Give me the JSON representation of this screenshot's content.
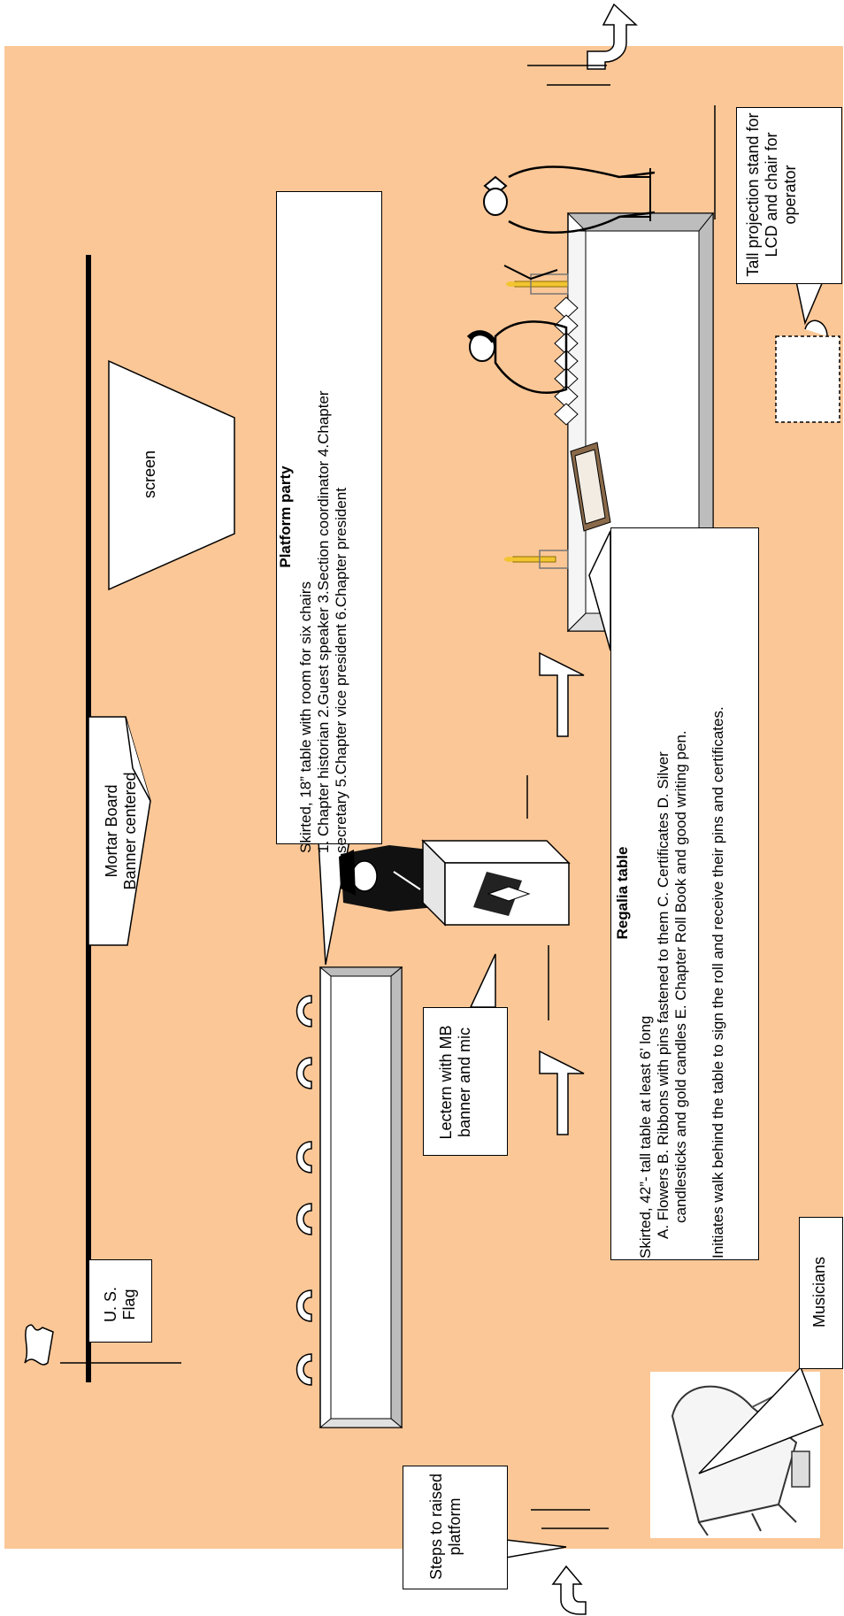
{
  "colors": {
    "floor": "#fbc797",
    "line": "#000000",
    "table_side": "#bdbdbd",
    "paper": "#ffffff",
    "candle": "#f2c531"
  },
  "labels": {
    "screen": "screen",
    "mortar_board_banner": "Mortar Board Banner centered",
    "us_flag": "U. S. Flag",
    "lectern": "Lectern with MB banner and mic",
    "steps": "Steps to raised platform",
    "musicians": "Musicians",
    "projection": "Tall projection stand for LCD and chair for operator"
  },
  "platform_party": {
    "title": "Platform party",
    "line1": "Skirted, 18” table with room for six chairs",
    "line2": "1. Chapter historian 2.Guest speaker 3.Section coordinator 4.Chapter",
    "line3": "secretary 5.Chapter vice president 6.Chapter president"
  },
  "regalia_table": {
    "title": "Regalia table",
    "line1": "Skirted, 42”- tall table at least 6’ long",
    "line2": "A.     Flowers B. Ribbons with pins fastened to them C. Certificates D. Silver",
    "line3": "candlesticks and gold candles E. Chapter Roll Book and good writing pen.",
    "line4": "Initiates walk behind the table to sign the roll and receive their pins and certificates."
  },
  "icons": [
    "flag-icon",
    "chair-icon",
    "lectern-icon",
    "graduate-icon",
    "arrow-icon",
    "piano-icon",
    "candle-icon",
    "book-icon",
    "flower-icon"
  ]
}
